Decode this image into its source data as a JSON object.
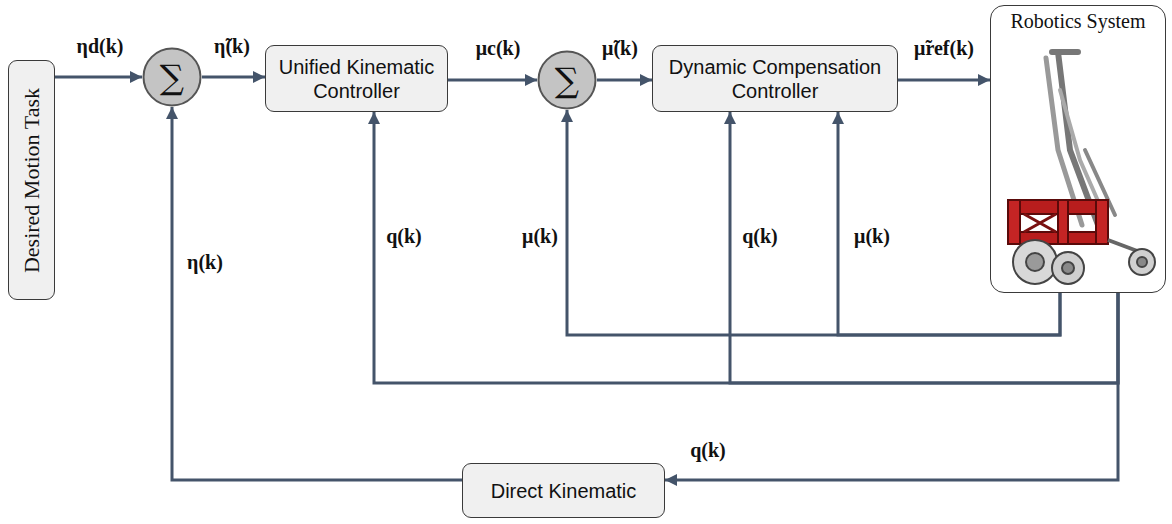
{
  "diagram": {
    "nodes": [
      {
        "text": [
          "Desired Motion Task"
        ]
      },
      {
        "text": [
          "∑"
        ]
      },
      {
        "text": [
          "Unified Kinematic Controller"
        ]
      },
      {
        "text": [
          "∑"
        ]
      },
      {
        "text": [
          "Dynamic Compensation Controller"
        ]
      },
      {
        "text": [
          "Robotics System"
        ]
      },
      {
        "text": [
          "Direct Kinematic"
        ]
      }
    ],
    "edges": [
      {
        "from": 0,
        "to": 1,
        "arrow": "to",
        "label": "ηd(k)"
      },
      {
        "from": 1,
        "to": 2,
        "arrow": "to",
        "label": "η̃(k)"
      },
      {
        "from": 2,
        "to": 3,
        "arrow": "to",
        "label": "μc(k)"
      },
      {
        "from": 3,
        "to": 4,
        "arrow": "to",
        "label": "μ̃(k)"
      },
      {
        "from": 4,
        "to": 5,
        "arrow": "to",
        "label": "μ̃ref(k)"
      },
      {
        "from": 6,
        "to": 1,
        "arrow": "to",
        "label": "η(k)"
      },
      {
        "from": 5,
        "to": 2,
        "arrow": "to",
        "label": "q(k)"
      },
      {
        "from": 5,
        "to": 3,
        "arrow": "to",
        "label": "μ(k)"
      },
      {
        "from": 5,
        "to": 4,
        "arrow": "to",
        "label": "q(k)"
      },
      {
        "from": 5,
        "to": 4,
        "arrow": "to",
        "label": "μ(k)"
      },
      {
        "from": 5,
        "to": 6,
        "arrow": "to",
        "label": "q(k)"
      }
    ]
  }
}
